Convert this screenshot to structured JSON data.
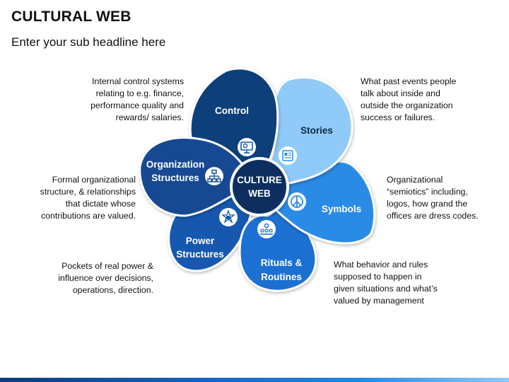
{
  "title": "CULTURAL WEB",
  "subtitle": "Enter your sub headline here",
  "center": {
    "line1": "CULTURE",
    "line2": "WEB"
  },
  "elements": {
    "control": {
      "label": "Control",
      "description": "Internal control systems\nrelating to e.g. finance,\nperformance quality and\nrewards/ salaries.",
      "icon": "monitor-gear-icon",
      "color": "#0d3f7a"
    },
    "stories": {
      "label": "Stories",
      "description": "What past events people\ntalk about inside and\noutside the organization\nsuccess or failures.",
      "icon": "newspaper-icon",
      "color": "#90caf9"
    },
    "symbols": {
      "label": "Symbols",
      "description": "Organizational\n“semiotics” including,\nlogos, how grand the\noffices are dress codes.",
      "icon": "peace-symbol-icon",
      "color": "#2a8be6"
    },
    "rituals": {
      "label1": "Rituals &",
      "label2": "Routines",
      "description": "What behavior and rules\nsupposed to happen in\ngiven situations and what’s\nvalued by management",
      "icon": "people-award-icon",
      "color": "#1a6fd1"
    },
    "power": {
      "label1": "Power",
      "label2": "Structures",
      "description": "Pockets of real power &\ninfluence over decisions,\noperations, direction.",
      "icon": "fist-star-icon",
      "color": "#1459b0"
    },
    "organization": {
      "label1": "Organization",
      "label2": "Structures",
      "description": "Formal organizational\nstructure, & relationships\nthat dictate whose\ncontributions are valued.",
      "icon": "org-chart-icon",
      "color": "#124a92"
    }
  }
}
